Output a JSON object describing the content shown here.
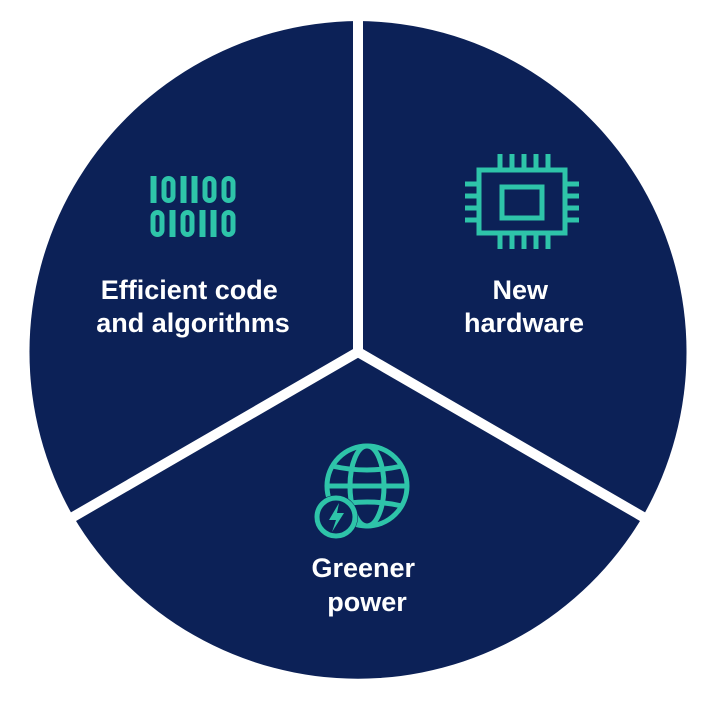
{
  "colors": {
    "segment_fill": "#0c2157",
    "divider": "#ffffff",
    "icon": "#2ec4a9",
    "label": "#ffffff"
  },
  "segments": [
    {
      "id": "efficient-code",
      "icon": "binary-code-icon",
      "binary_lines": [
        "101100",
        "010110"
      ],
      "label_lines": [
        "Efficient code",
        "and algorithms"
      ]
    },
    {
      "id": "new-hardware",
      "icon": "cpu-chip-icon",
      "label_lines": [
        "New",
        "hardware"
      ]
    },
    {
      "id": "greener-power",
      "icon": "globe-lightning-icon",
      "label_lines": [
        "Greener",
        "power"
      ]
    }
  ]
}
